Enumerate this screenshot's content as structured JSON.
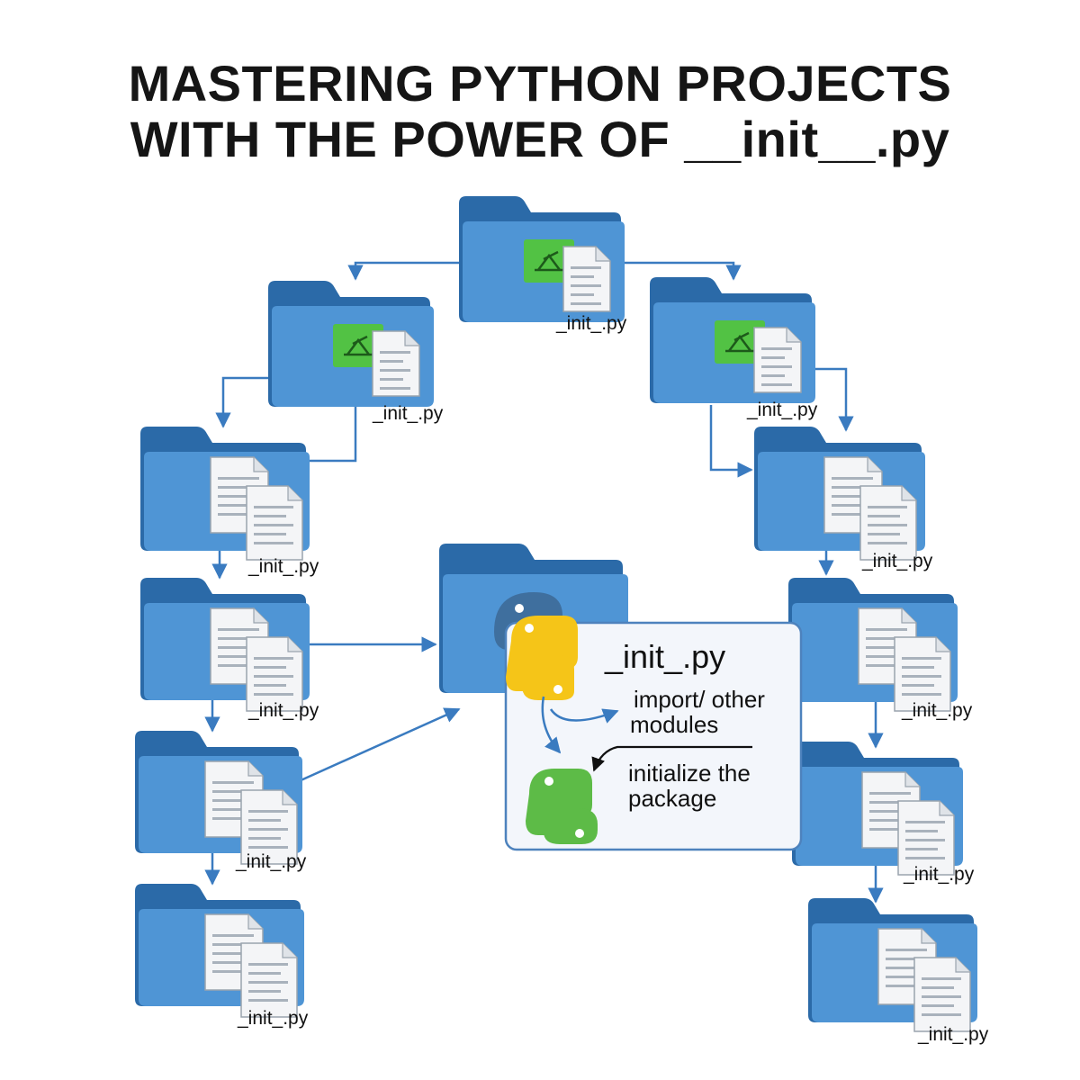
{
  "title": {
    "line1": "MASTERING PYTHON PROJECTS",
    "line2": "WITH THE POWER OF __init__.py"
  },
  "colors": {
    "folder_back": "#2b6aa8",
    "folder_front": "#4f95d5",
    "green_badge": "#52c244",
    "python_blue": "#3f6f9e",
    "python_yellow": "#f5c518",
    "python_green": "#5dbb47",
    "arrow": "#3a7bc0",
    "card_border": "#4d82bd",
    "card_fill": "#f3f6fb"
  },
  "folders": [
    {
      "id": "root",
      "label": "_init_.py",
      "badge": "green-package-icon"
    },
    {
      "id": "left-1",
      "label": "_init_.py",
      "badge": "green-package-icon"
    },
    {
      "id": "right-1",
      "label": "_init_.py",
      "badge": "green-package-icon"
    },
    {
      "id": "left-2",
      "label": "_init_.py",
      "badge": "documents-icon"
    },
    {
      "id": "right-2",
      "label": "_init_.py",
      "badge": "documents-icon"
    },
    {
      "id": "left-3",
      "label": "_init_.py",
      "badge": "documents-icon"
    },
    {
      "id": "right-3",
      "label": "_init_.py",
      "badge": "documents-icon"
    },
    {
      "id": "left-4",
      "label": "_init_.py",
      "badge": "documents-icon"
    },
    {
      "id": "right-4",
      "label": "_init_.py",
      "badge": "documents-icon"
    },
    {
      "id": "left-5",
      "label": "_init_.py",
      "badge": "documents-icon"
    },
    {
      "id": "right-5",
      "label": "_init_.py",
      "badge": "documents-icon"
    }
  ],
  "center": {
    "card_title": "_init_.py",
    "item1_line1": "import/ other",
    "item1_line2": "modules",
    "item2_line1": "initialize  the",
    "item2_line2": "package"
  }
}
